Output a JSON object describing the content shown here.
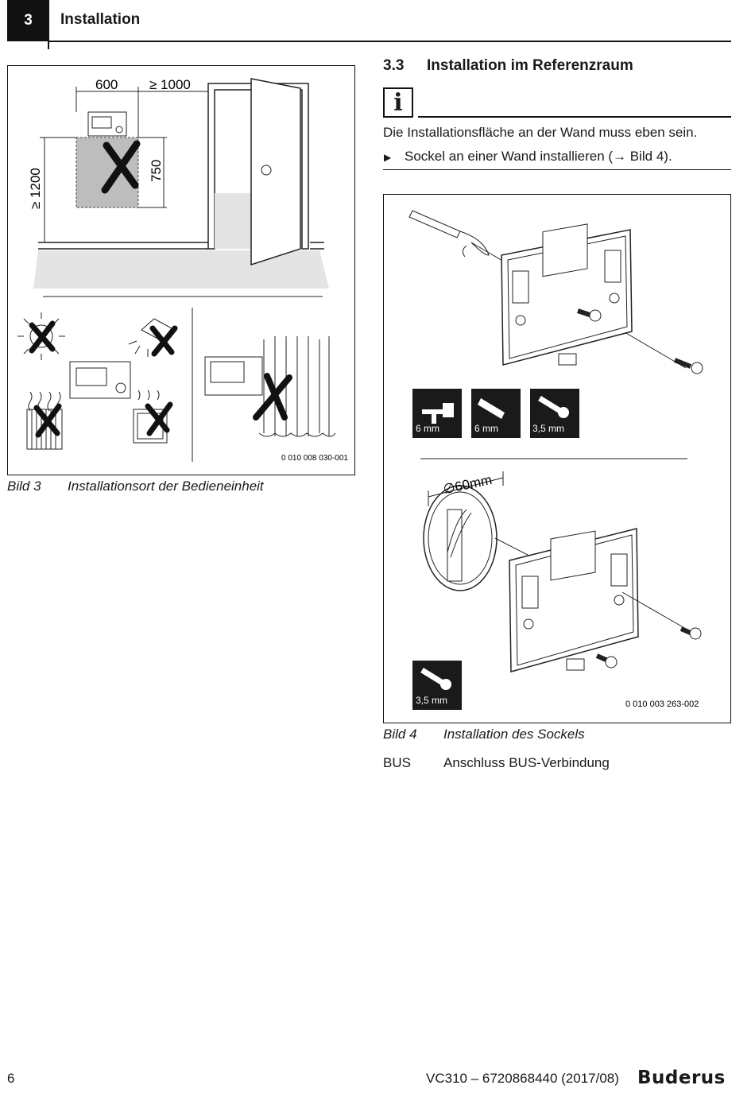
{
  "header": {
    "chapter_number": "3",
    "chapter_title": "Installation"
  },
  "section": {
    "number": "3.3",
    "title": "Installation im Referenzraum",
    "info_icon": "info-icon",
    "note": "Die Installationsfläche an der Wand muss eben sein.",
    "step_bullet": "▶",
    "step": "Sockel an einer Wand installieren (→ Bild 4)."
  },
  "figure3": {
    "dim_width": "600",
    "dim_door": "≥ 1000",
    "dim_height": "≥ 1200",
    "dim_750": "750",
    "code": "0 010 008 030-001",
    "caption_label": "Bild 3",
    "caption_text": "Installationsort der Bedieneinheit"
  },
  "figure4": {
    "tools": [
      {
        "icon": "drill-icon",
        "label": "6 mm"
      },
      {
        "icon": "dowel-icon",
        "label": "6 mm"
      },
      {
        "icon": "screw-icon",
        "label": "3,5 mm"
      }
    ],
    "diameter": "∅60mm",
    "tool_bottom": {
      "icon": "screw-icon",
      "label": "3,5 mm"
    },
    "code": "0 010 003 263-002",
    "caption_label": "Bild 4",
    "caption_text": "Installation des Sockels",
    "legend_key": "BUS",
    "legend_text": "Anschluss BUS-Verbindung"
  },
  "footer": {
    "page_number": "6",
    "doc_ref": "VC310 – 6720868440 (2017/08)",
    "brand": "Buderus"
  }
}
